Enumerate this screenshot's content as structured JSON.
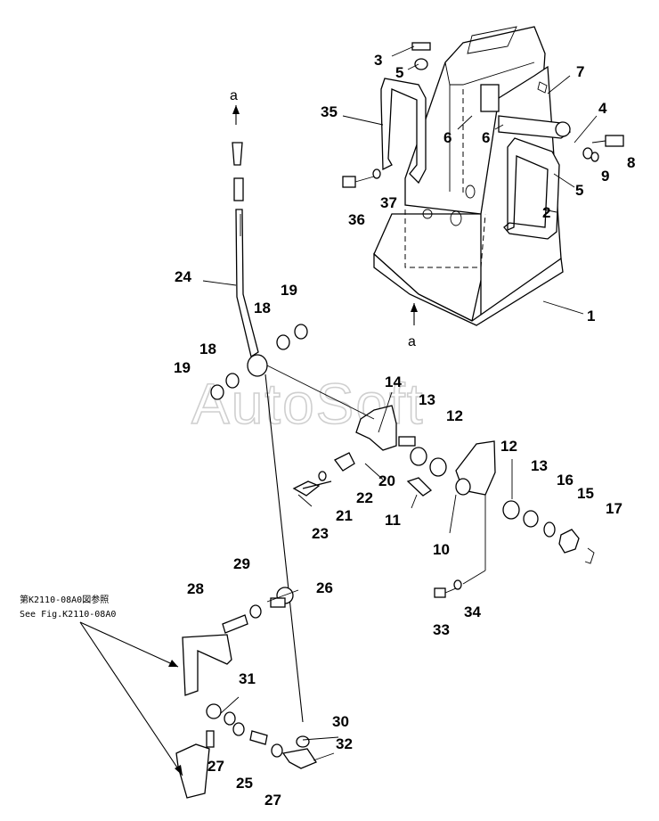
{
  "watermark": "AutoSoft",
  "reference_note": {
    "line_jp": "第K2110-08A0図参照",
    "line_en": "See Fig.K2110-08A0"
  },
  "arrow_labels": [
    "a",
    "a"
  ],
  "callouts": [
    {
      "id": "c1",
      "text": "1"
    },
    {
      "id": "c2",
      "text": "2"
    },
    {
      "id": "c3",
      "text": "3"
    },
    {
      "id": "c4",
      "text": "4"
    },
    {
      "id": "c5a",
      "text": "5"
    },
    {
      "id": "c5b",
      "text": "5"
    },
    {
      "id": "c6a",
      "text": "6"
    },
    {
      "id": "c6b",
      "text": "6"
    },
    {
      "id": "c7",
      "text": "7"
    },
    {
      "id": "c8",
      "text": "8"
    },
    {
      "id": "c9",
      "text": "9"
    },
    {
      "id": "c10",
      "text": "10"
    },
    {
      "id": "c11",
      "text": "11"
    },
    {
      "id": "c12a",
      "text": "12"
    },
    {
      "id": "c12b",
      "text": "12"
    },
    {
      "id": "c13a",
      "text": "13"
    },
    {
      "id": "c13b",
      "text": "13"
    },
    {
      "id": "c14",
      "text": "14"
    },
    {
      "id": "c15",
      "text": "15"
    },
    {
      "id": "c16",
      "text": "16"
    },
    {
      "id": "c17",
      "text": "17"
    },
    {
      "id": "c18a",
      "text": "18"
    },
    {
      "id": "c18b",
      "text": "18"
    },
    {
      "id": "c19a",
      "text": "19"
    },
    {
      "id": "c19b",
      "text": "19"
    },
    {
      "id": "c20",
      "text": "20"
    },
    {
      "id": "c21",
      "text": "21"
    },
    {
      "id": "c22",
      "text": "22"
    },
    {
      "id": "c23",
      "text": "23"
    },
    {
      "id": "c24",
      "text": "24"
    },
    {
      "id": "c25",
      "text": "25"
    },
    {
      "id": "c26",
      "text": "26"
    },
    {
      "id": "c27a",
      "text": "27"
    },
    {
      "id": "c27b",
      "text": "27"
    },
    {
      "id": "c28",
      "text": "28"
    },
    {
      "id": "c29",
      "text": "29"
    },
    {
      "id": "c30",
      "text": "30"
    },
    {
      "id": "c31",
      "text": "31"
    },
    {
      "id": "c32",
      "text": "32"
    },
    {
      "id": "c33",
      "text": "33"
    },
    {
      "id": "c34",
      "text": "34"
    },
    {
      "id": "c35",
      "text": "35"
    },
    {
      "id": "c36",
      "text": "36"
    },
    {
      "id": "c37",
      "text": "37"
    }
  ]
}
